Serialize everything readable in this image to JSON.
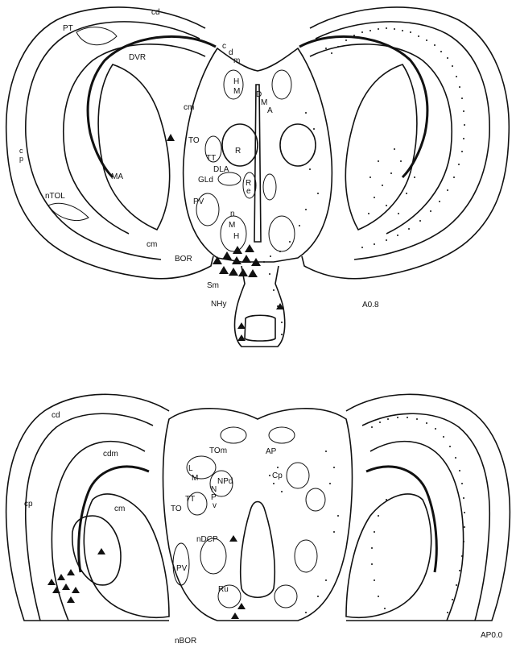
{
  "top_section": {
    "level": "A0.8",
    "labels": {
      "pt": "PT",
      "cd": "cd",
      "dvr": "DVR",
      "cdm_c": "c",
      "cdm_d": "d",
      "cdm_m": "m",
      "hm_h": "H",
      "hm_m": "M",
      "dma_d": "D",
      "dma_m": "M",
      "dma_a": "A",
      "cm": "cm",
      "to": "TO",
      "r": "R",
      "tt": "TT",
      "dla": "DLA",
      "gld": "GLd",
      "re_r": "R",
      "re_e": "e",
      "cp_c": "c",
      "cp_p": "p",
      "ma": "MA",
      "ntol": "nTOL",
      "pv": "PV",
      "nmh_n": "n",
      "nmh_m": "M",
      "nmh_h": "H",
      "cm2": "cm",
      "bor": "BOR",
      "sm": "Sm",
      "nhy": "NHy"
    }
  },
  "bottom_section": {
    "level": "AP0.0",
    "labels": {
      "cd": "cd",
      "cdm": "cdm",
      "cp": "cp",
      "cm": "cm",
      "tom": "TOm",
      "ap": "AP",
      "lm_l": "L",
      "lm_m": "M",
      "npd": "NPd",
      "npv_n": "N",
      "npv_p": "P",
      "npv_v": "v",
      "cp2": "Cp",
      "tt": "TT",
      "to": "TO",
      "ndcp": "nDCP",
      "pv": "PV",
      "ru": "Ru",
      "nbor": "nBOR"
    }
  }
}
